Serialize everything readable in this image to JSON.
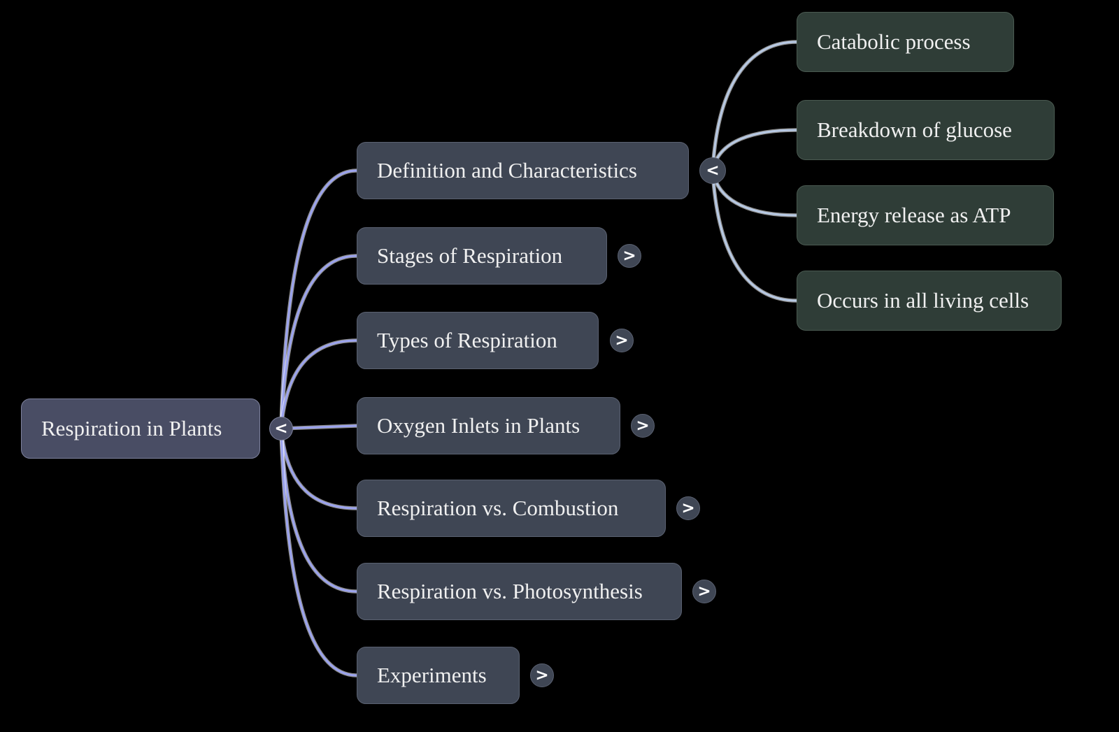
{
  "title": "Respiration in Plants mind map",
  "colors": {
    "background": "#000000",
    "root_fill": "#494d64",
    "branch_fill": "#3f4654",
    "leaf_fill": "#2f3d37",
    "label_text": "#f0f0f0",
    "root_link": "#9ba3ef",
    "child_link": "#b7c9e4",
    "button_glyph": "#ffffff"
  },
  "root": {
    "label": "Respiration in Plants",
    "collapse_button": "<"
  },
  "branches": [
    {
      "label": "Definition and Characteristics",
      "button": "<",
      "children": [
        {
          "label": "Catabolic process"
        },
        {
          "label": "Breakdown of glucose"
        },
        {
          "label": "Energy release as ATP"
        },
        {
          "label": "Occurs in all living cells"
        }
      ]
    },
    {
      "label": "Stages of Respiration",
      "button": ">"
    },
    {
      "label": "Types of Respiration",
      "button": ">"
    },
    {
      "label": "Oxygen Inlets in Plants",
      "button": ">"
    },
    {
      "label": "Respiration vs. Combustion",
      "button": ">"
    },
    {
      "label": "Respiration vs. Photosynthesis",
      "button": ">"
    },
    {
      "label": "Experiments",
      "button": ">"
    }
  ]
}
